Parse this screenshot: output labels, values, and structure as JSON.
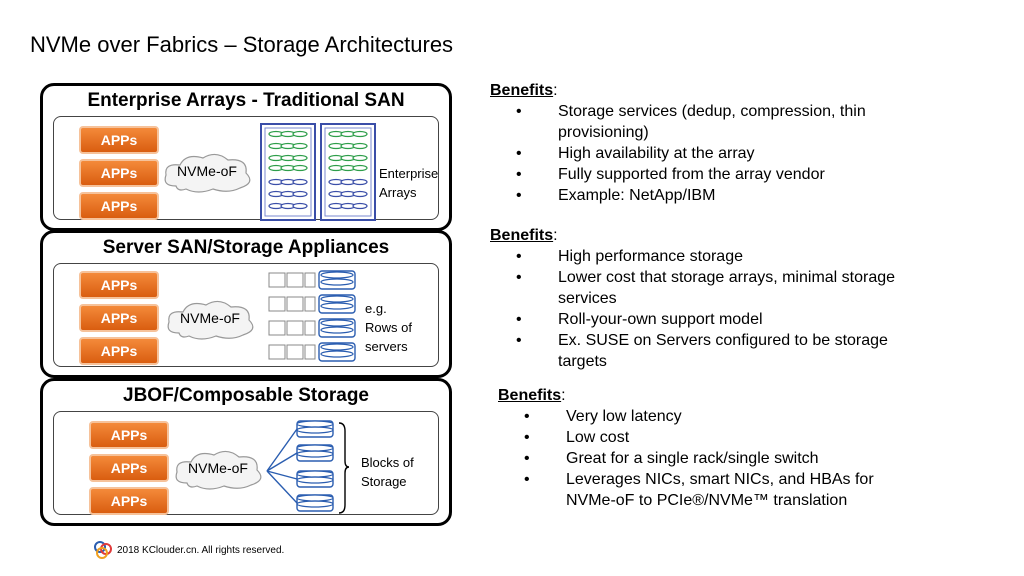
{
  "title": "NVMe over Fabrics – Storage Architectures",
  "panels": [
    {
      "title": "Enterprise Arrays - Traditional SAN",
      "apps": [
        "APPs",
        "APPs",
        "APPs"
      ],
      "fabric": "NVMe-oF",
      "side_label": [
        "Enterprise",
        "Arrays"
      ]
    },
    {
      "title": "Server SAN/Storage Appliances",
      "apps": [
        "APPs",
        "APPs",
        "APPs"
      ],
      "fabric": "NVMe-oF",
      "side_label": [
        "e.g.",
        "Rows of",
        "servers"
      ]
    },
    {
      "title": "JBOF/Composable Storage",
      "apps": [
        "APPs",
        "APPs",
        "APPs"
      ],
      "fabric": "NVMe-oF",
      "side_label": [
        "Blocks of",
        "Storage"
      ]
    }
  ],
  "benefits": [
    {
      "heading": "Benefits",
      "items": [
        [
          "Storage services (dedup, compression, thin",
          "provisioning)"
        ],
        [
          "High availability at the array"
        ],
        [
          "Fully supported from the array vendor"
        ],
        [
          "Example: NetApp/IBM"
        ]
      ]
    },
    {
      "heading": "Benefits",
      "items": [
        [
          "High performance storage"
        ],
        [
          "Lower cost that storage arrays, minimal storage",
          "services"
        ],
        [
          "Roll-your-own support model"
        ],
        [
          "Ex.  SUSE on Servers configured to be storage",
          "targets"
        ]
      ]
    },
    {
      "heading": "Benefits",
      "items": [
        [
          "Very low latency"
        ],
        [
          "Low cost"
        ],
        [
          "Great for a single rack/single switch"
        ],
        [
          "Leverages NICs, smart NICs, and HBAs for",
          "NVMe-oF to PCIe®/NVMe™ translation"
        ]
      ]
    }
  ],
  "bullet": "•",
  "colon": ":",
  "footer": "2018 KClouder.cn.  All rights reserved.",
  "colors": {
    "apps_fill": "#e8721f",
    "disk_green": "#2e9e4a",
    "disk_blue": "#3a4ea8",
    "disk_blue_light": "#2a5db0"
  }
}
